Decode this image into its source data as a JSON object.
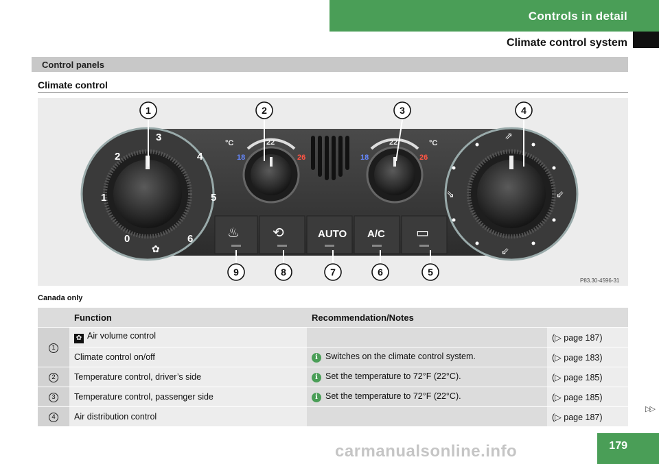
{
  "header": {
    "chapter": "Controls in detail",
    "section": "Climate control system"
  },
  "band": {
    "title": "Control panels"
  },
  "subsection": {
    "title": "Climate control"
  },
  "figure": {
    "callouts": [
      "1",
      "2",
      "3",
      "4",
      "5",
      "6",
      "7",
      "8",
      "9"
    ],
    "fan_scale": [
      "0",
      "1",
      "2",
      "3",
      "4",
      "5",
      "6"
    ],
    "temp_unit": "°C",
    "temp_marks": {
      "low": "18",
      "mid": "22",
      "high": "26"
    },
    "buttons": {
      "auto": "AUTO",
      "ac": "A/C"
    },
    "code": "P83.30-4596-31"
  },
  "note": "Canada only",
  "table": {
    "headers": {
      "function": "Function",
      "recommendation": "Recommendation/Notes"
    },
    "rows": [
      {
        "num": "1",
        "function": "Air volume control",
        "icon": "fan-icon",
        "recommendation": "",
        "ref": "(▷ page 187)"
      },
      {
        "num": "",
        "function": "Climate control on/off",
        "icon": "",
        "recommendation": "Switches on the climate control system.",
        "ref": "(▷ page 183)"
      },
      {
        "num": "2",
        "function": "Temperature control, driver’s side",
        "icon": "",
        "recommendation": "Set the temperature to 72°F (22°C).",
        "ref": "(▷ page 185)"
      },
      {
        "num": "3",
        "function": "Temperature control, passenger side",
        "icon": "",
        "recommendation": "Set the temperature to 72°F (22°C).",
        "ref": "(▷ page 185)"
      },
      {
        "num": "4",
        "function": "Air distribution control",
        "icon": "",
        "recommendation": "",
        "ref": "(▷ page 187)"
      }
    ]
  },
  "footer": {
    "page_number": "179",
    "continue_mark": "▷▷",
    "watermark": "carmanualsonline.info"
  },
  "colors": {
    "accent": "#4a9e57",
    "band": "#c8c8c8"
  }
}
